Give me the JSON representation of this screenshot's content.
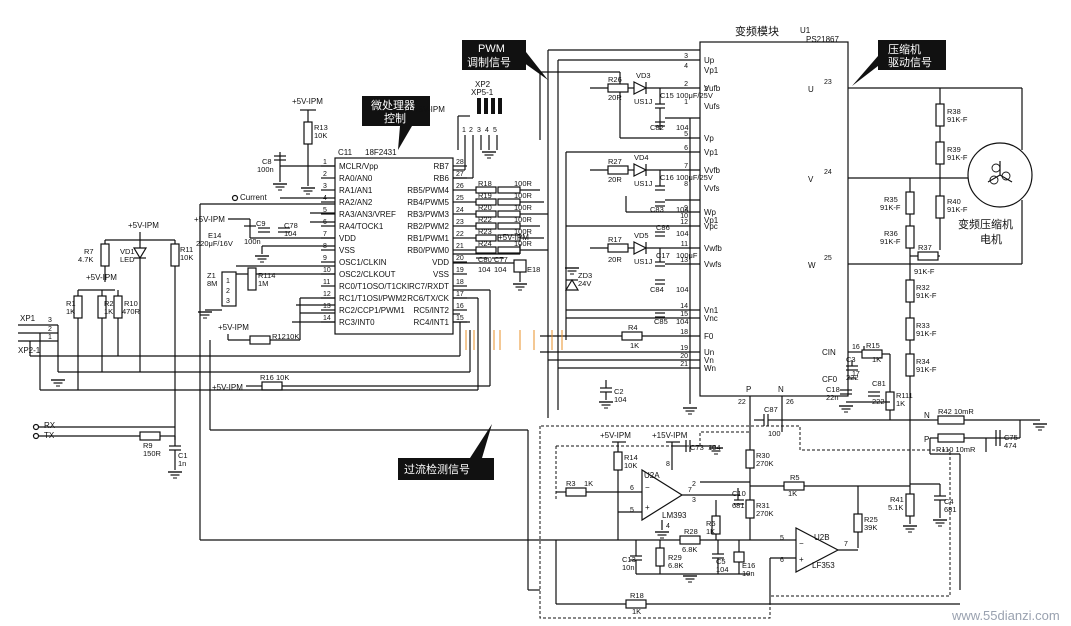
{
  "callouts": {
    "mcu": [
      "微处理器",
      "控制"
    ],
    "pwm": [
      "PWM",
      "调制信号"
    ],
    "driver": [
      "压缩机",
      "驱动信号"
    ],
    "overcurrent": "过流检测信号"
  },
  "u1": {
    "ref": "U1",
    "part": "PS21867",
    "title": "变频模块",
    "left_pins": [
      {
        "num": "3",
        "name": "Up"
      },
      {
        "num": "4",
        "name": "Vp1"
      },
      {
        "num": "2",
        "name": "Vufb"
      },
      {
        "num": "1",
        "name": "Vufs"
      },
      {
        "num": "5",
        "name": "Vp"
      },
      {
        "num": "6",
        "name": "Vp1"
      },
      {
        "num": "7",
        "name": "Vvfb"
      },
      {
        "num": "8",
        "name": "Vvfs"
      },
      {
        "num": "9",
        "name": "Wp"
      },
      {
        "num": "10",
        "name": "Vp1"
      },
      {
        "num": "11",
        "name": "Vwfb"
      },
      {
        "num": "12",
        "name": "Vpc"
      },
      {
        "num": "13",
        "name": "Vwfs"
      },
      {
        "num": "14",
        "name": "Vn1"
      },
      {
        "num": "15",
        "name": "Vnc"
      },
      {
        "num": "18",
        "name": "F0"
      },
      {
        "num": "19",
        "name": "Un"
      },
      {
        "num": "20",
        "name": "Vn"
      },
      {
        "num": "21",
        "name": "Wn"
      }
    ],
    "right_pins": [
      {
        "num": "23",
        "name": "U"
      },
      {
        "num": "24",
        "name": "V"
      },
      {
        "num": "25",
        "name": "W"
      },
      {
        "num": "16",
        "name": "CIN"
      },
      {
        "num": "17",
        "name": "CF0"
      }
    ],
    "bottom_pins": [
      {
        "num": "22",
        "name": "P"
      },
      {
        "num": "26",
        "name": "N"
      }
    ]
  },
  "mcu": {
    "ref": "C11",
    "part": "18F2431",
    "left_pins": [
      {
        "num": "1",
        "name": "MCLR/Vpp"
      },
      {
        "num": "2",
        "name": "RA0/AN0"
      },
      {
        "num": "3",
        "name": "RA1/AN1"
      },
      {
        "num": "4",
        "name": "RA2/AN2"
      },
      {
        "num": "5",
        "name": "RA3/AN3/VREF"
      },
      {
        "num": "6",
        "name": "RA4/TOCK1"
      },
      {
        "num": "7",
        "name": "VDD"
      },
      {
        "num": "8",
        "name": "VSS"
      },
      {
        "num": "9",
        "name": "OSC1/CLKIN"
      },
      {
        "num": "10",
        "name": "OSC2/CLKOUT"
      },
      {
        "num": "11",
        "name": "RC0/T1OSO/T1CKI"
      },
      {
        "num": "12",
        "name": "RC1/T1OSI/PWM2"
      },
      {
        "num": "13",
        "name": "RC2/CCP1/PWM1"
      },
      {
        "num": "14",
        "name": "RC3/INT0"
      }
    ],
    "right_pins": [
      {
        "num": "28",
        "name": "RB7"
      },
      {
        "num": "27",
        "name": "RB6"
      },
      {
        "num": "26",
        "name": "RB5/PWM4"
      },
      {
        "num": "25",
        "name": "RB4/PWM5"
      },
      {
        "num": "24",
        "name": "RB3/PWM3"
      },
      {
        "num": "23",
        "name": "RB2/PWM2"
      },
      {
        "num": "22",
        "name": "RB1/PWM1"
      },
      {
        "num": "21",
        "name": "RB0/PWM0"
      },
      {
        "num": "20",
        "name": "VDD"
      },
      {
        "num": "19",
        "name": "VSS"
      },
      {
        "num": "18",
        "name": "RC7/RXDT"
      },
      {
        "num": "17",
        "name": "RC6/TX/CK"
      },
      {
        "num": "16",
        "name": "RC5/INT2"
      },
      {
        "num": "15",
        "name": "RC4/INT1"
      }
    ]
  },
  "pwm_resistors": [
    {
      "ref": "R18",
      "value": "100R"
    },
    {
      "ref": "R19",
      "value": "100R"
    },
    {
      "ref": "R20",
      "value": "100R"
    },
    {
      "ref": "R22",
      "value": "100R"
    },
    {
      "ref": "R23",
      "value": "100R"
    },
    {
      "ref": "R24",
      "value": "100R"
    }
  ],
  "labels": {
    "vcc_ipm": "+5V-IPM",
    "vcc15_ipm": "+15V-IPM",
    "current": "Current",
    "rx": "RX",
    "tx": "TX",
    "xp1": "XP1",
    "xp2": "XP2-1",
    "xp2_header": [
      "XP2",
      "XP5-1"
    ],
    "motor": [
      "变频压缩机",
      "电机"
    ],
    "u2a": "U2A",
    "u2b": "U2B",
    "lm393": "LM393",
    "lf353": "LF353",
    "watermark": "www.55dianzi.com",
    "out_u": "U",
    "out_v": "V",
    "out_w": "W",
    "p": "P",
    "n": "N",
    "r110": "R110 10mR",
    "r42": "R42 10mR"
  },
  "components": {
    "R13": [
      "R13",
      "10K"
    ],
    "C8": [
      "C8",
      "100n"
    ],
    "R7": [
      "R7",
      "4.7K"
    ],
    "VD1": [
      "VD1",
      "LED"
    ],
    "R11": [
      "R11",
      "10K"
    ],
    "R1": [
      "R1",
      "1K"
    ],
    "R2": [
      "R2",
      "1K"
    ],
    "R10": [
      "R10",
      "470R"
    ],
    "E14": [
      "E14",
      "220μF/16V"
    ],
    "C9": [
      "C9",
      "100n"
    ],
    "C78": [
      "C78",
      "104"
    ],
    "Z1": [
      "Z1",
      "8M"
    ],
    "R114": [
      "R114",
      "1M"
    ],
    "R12": [
      "R12",
      "10K"
    ],
    "R16": [
      "R16",
      "10K"
    ],
    "R9": [
      "R9",
      "150R"
    ],
    "C1": [
      "C1",
      "1n"
    ],
    "C80": [
      "C80",
      "104"
    ],
    "C77": [
      "C77",
      "104"
    ],
    "E18": [
      "E18",
      ""
    ],
    "R26": [
      "R26",
      "20R"
    ],
    "VD3": [
      "VD3",
      "US1J"
    ],
    "C15": [
      "C15",
      "100μF/25V"
    ],
    "C82": [
      "C82",
      "104"
    ],
    "R27": [
      "R27",
      "20R"
    ],
    "VD4": [
      "VD4",
      "US1J"
    ],
    "C16": [
      "C16",
      "100μF/25V"
    ],
    "C83": [
      "C83",
      "104"
    ],
    "R17": [
      "R17",
      "20R"
    ],
    "VD5": [
      "VD5",
      "US1J"
    ],
    "C86": [
      "C86",
      "104"
    ],
    "C17": [
      "C17",
      "100μF"
    ],
    "C84": [
      "C84",
      "104"
    ],
    "ZD3": [
      "ZD3",
      "24V"
    ],
    "C85": [
      "C85",
      "104"
    ],
    "R4": [
      "R4",
      "1K"
    ],
    "C2": [
      "C2",
      "104"
    ],
    "R15": [
      "R15",
      "1K"
    ],
    "C3": [
      "C3",
      "222"
    ],
    "C18": [
      "C18",
      "22n"
    ],
    "C81": [
      "C81",
      "222"
    ],
    "R111": [
      "R111",
      "1K"
    ],
    "C87": [
      "C87",
      "100"
    ],
    "R38": [
      "R38",
      "91K-F"
    ],
    "R39": [
      "R39",
      "91K-F"
    ],
    "R40": [
      "R40",
      "91K-F"
    ],
    "R35": [
      "R35",
      "91K-F"
    ],
    "R36": [
      "R36",
      "91K-F"
    ],
    "R37": [
      "R37",
      "91K-F"
    ],
    "R32": [
      "R32",
      "91K-F"
    ],
    "R33": [
      "R33",
      "91K-F"
    ],
    "R34": [
      "R34",
      "91K-F"
    ],
    "C75": [
      "C75",
      "474"
    ],
    "R14": [
      "R14",
      "10K"
    ],
    "C73": [
      "C73",
      "104"
    ],
    "R30": [
      "R30",
      "270K"
    ],
    "R3": [
      "R3",
      "1K"
    ],
    "C10": [
      "C10",
      "681"
    ],
    "R31": [
      "R31",
      "270K"
    ],
    "R5": [
      "R5",
      "1K"
    ],
    "R6": [
      "R6",
      "1K"
    ],
    "R28": [
      "R28",
      "6.8K"
    ],
    "R29": [
      "R29",
      "6.8K"
    ],
    "C13": [
      "C13",
      "10n"
    ],
    "C5": [
      "C5",
      "104"
    ],
    "E16": [
      "E16",
      "10n"
    ],
    "R25": [
      "R25",
      "39K"
    ],
    "R41": [
      "R41",
      "5.1K"
    ],
    "C4": [
      "C4",
      "681"
    ],
    "R18b": [
      "R18",
      "1K"
    ]
  }
}
